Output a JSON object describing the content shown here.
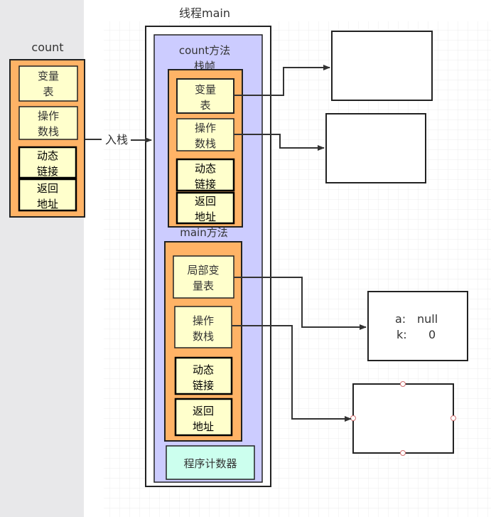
{
  "diagram": {
    "thread_title": "线程main",
    "external_frame": {
      "title": "count",
      "cells": [
        "变量\n表",
        "操作\n数栈",
        "动态\n链接",
        "返回\n地址"
      ]
    },
    "push_label": "入栈",
    "count_frame": {
      "title": "count方法\n栈帧",
      "cells": [
        "变量\n表",
        "操作\n数栈",
        "动态\n链接",
        "返回\n地址"
      ]
    },
    "main_frame": {
      "title": "main方法\n栈帧",
      "cells": [
        "局部变\n量表",
        "操作\n数栈",
        "动态\n链接",
        "返回\n地址"
      ]
    },
    "program_counter": "程序计数器",
    "object_box_vars": [
      {
        "name": "a:",
        "value": "null"
      },
      {
        "name": "k:",
        "value": "0"
      }
    ]
  }
}
